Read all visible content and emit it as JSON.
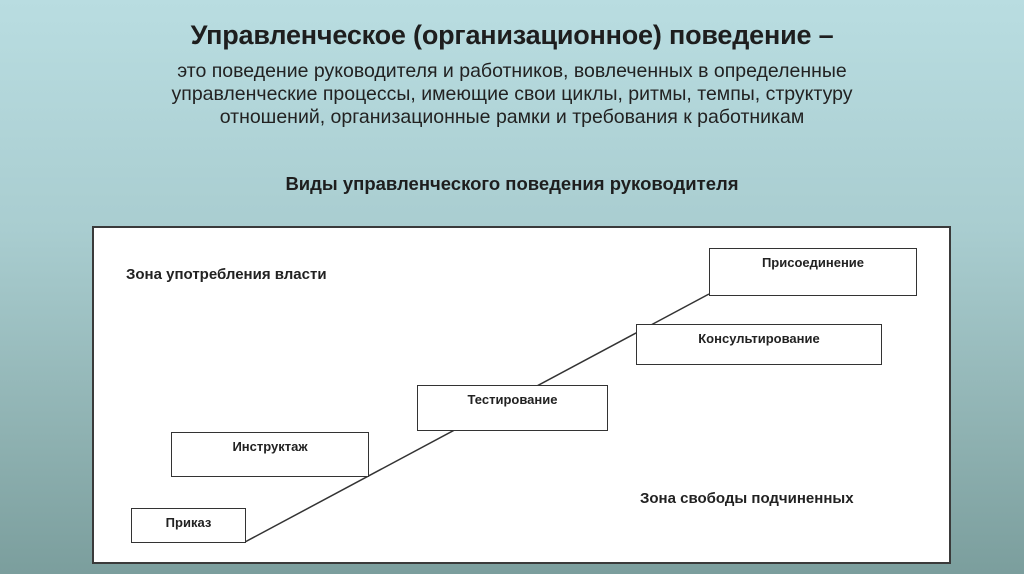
{
  "title": "Управленческое (организационное) поведение –",
  "subtitle_lines": [
    "это поведение руководителя и работников, вовлеченных в определенные",
    "управленческие процессы, имеющие свои циклы, ритмы, темпы, структуру",
    "отношений, организационные рамки и требования к работникам"
  ],
  "section_title": "Виды управленческого поведения руководителя",
  "diagram": {
    "zone_top": "Зона употребления власти",
    "zone_bottom": "Зона свободы подчиненных",
    "steps": [
      "Приказ",
      "Инструктаж",
      "Тестирование",
      "Консультирование",
      "Присоединение"
    ]
  }
}
